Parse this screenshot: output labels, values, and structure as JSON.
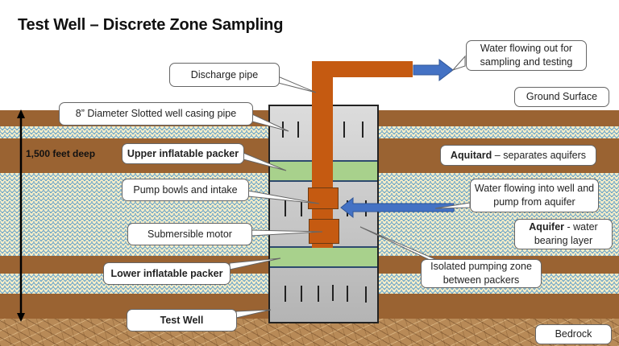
{
  "title": "Test Well – Discrete Zone Sampling",
  "depth_label": "1,500 feet deep",
  "colors": {
    "aquitard": "#9a6332",
    "aquifer_base": "#f3ecc8",
    "aquifer_wave": "#6fa7c9",
    "pipe": "#c55a11",
    "packer": "#a8d18c",
    "flow_arrow": "#4472c4",
    "casing": "#c8c8c8"
  },
  "layers": [
    {
      "type": "aquitard"
    },
    {
      "type": "aquifer"
    },
    {
      "type": "aquitard"
    },
    {
      "type": "aquifer"
    },
    {
      "type": "aquitard"
    },
    {
      "type": "aquifer"
    },
    {
      "type": "aquitard"
    },
    {
      "type": "bedrock"
    }
  ],
  "callouts": {
    "discharge_pipe": "Discharge pipe",
    "water_out": "Water flowing out for sampling and testing",
    "ground_surface": "Ground Surface",
    "casing_pipe": "8” Diameter Slotted well casing pipe",
    "upper_packer": "Upper inflatable packer",
    "aquitard_bold": "Aquitard",
    "aquitard_rest": " – separates aquifers",
    "pump_bowls": "Pump bowls and intake",
    "water_in": "Water flowing into well and pump from aquifer",
    "submersible_motor": "Submersible motor",
    "aquifer_bold": "Aquifer",
    "aquifer_rest": " - water bearing layer",
    "lower_packer": "Lower inflatable packer",
    "isolated_zone": "Isolated pumping zone between packers",
    "test_well": "Test Well",
    "bedrock": "Bedrock"
  }
}
